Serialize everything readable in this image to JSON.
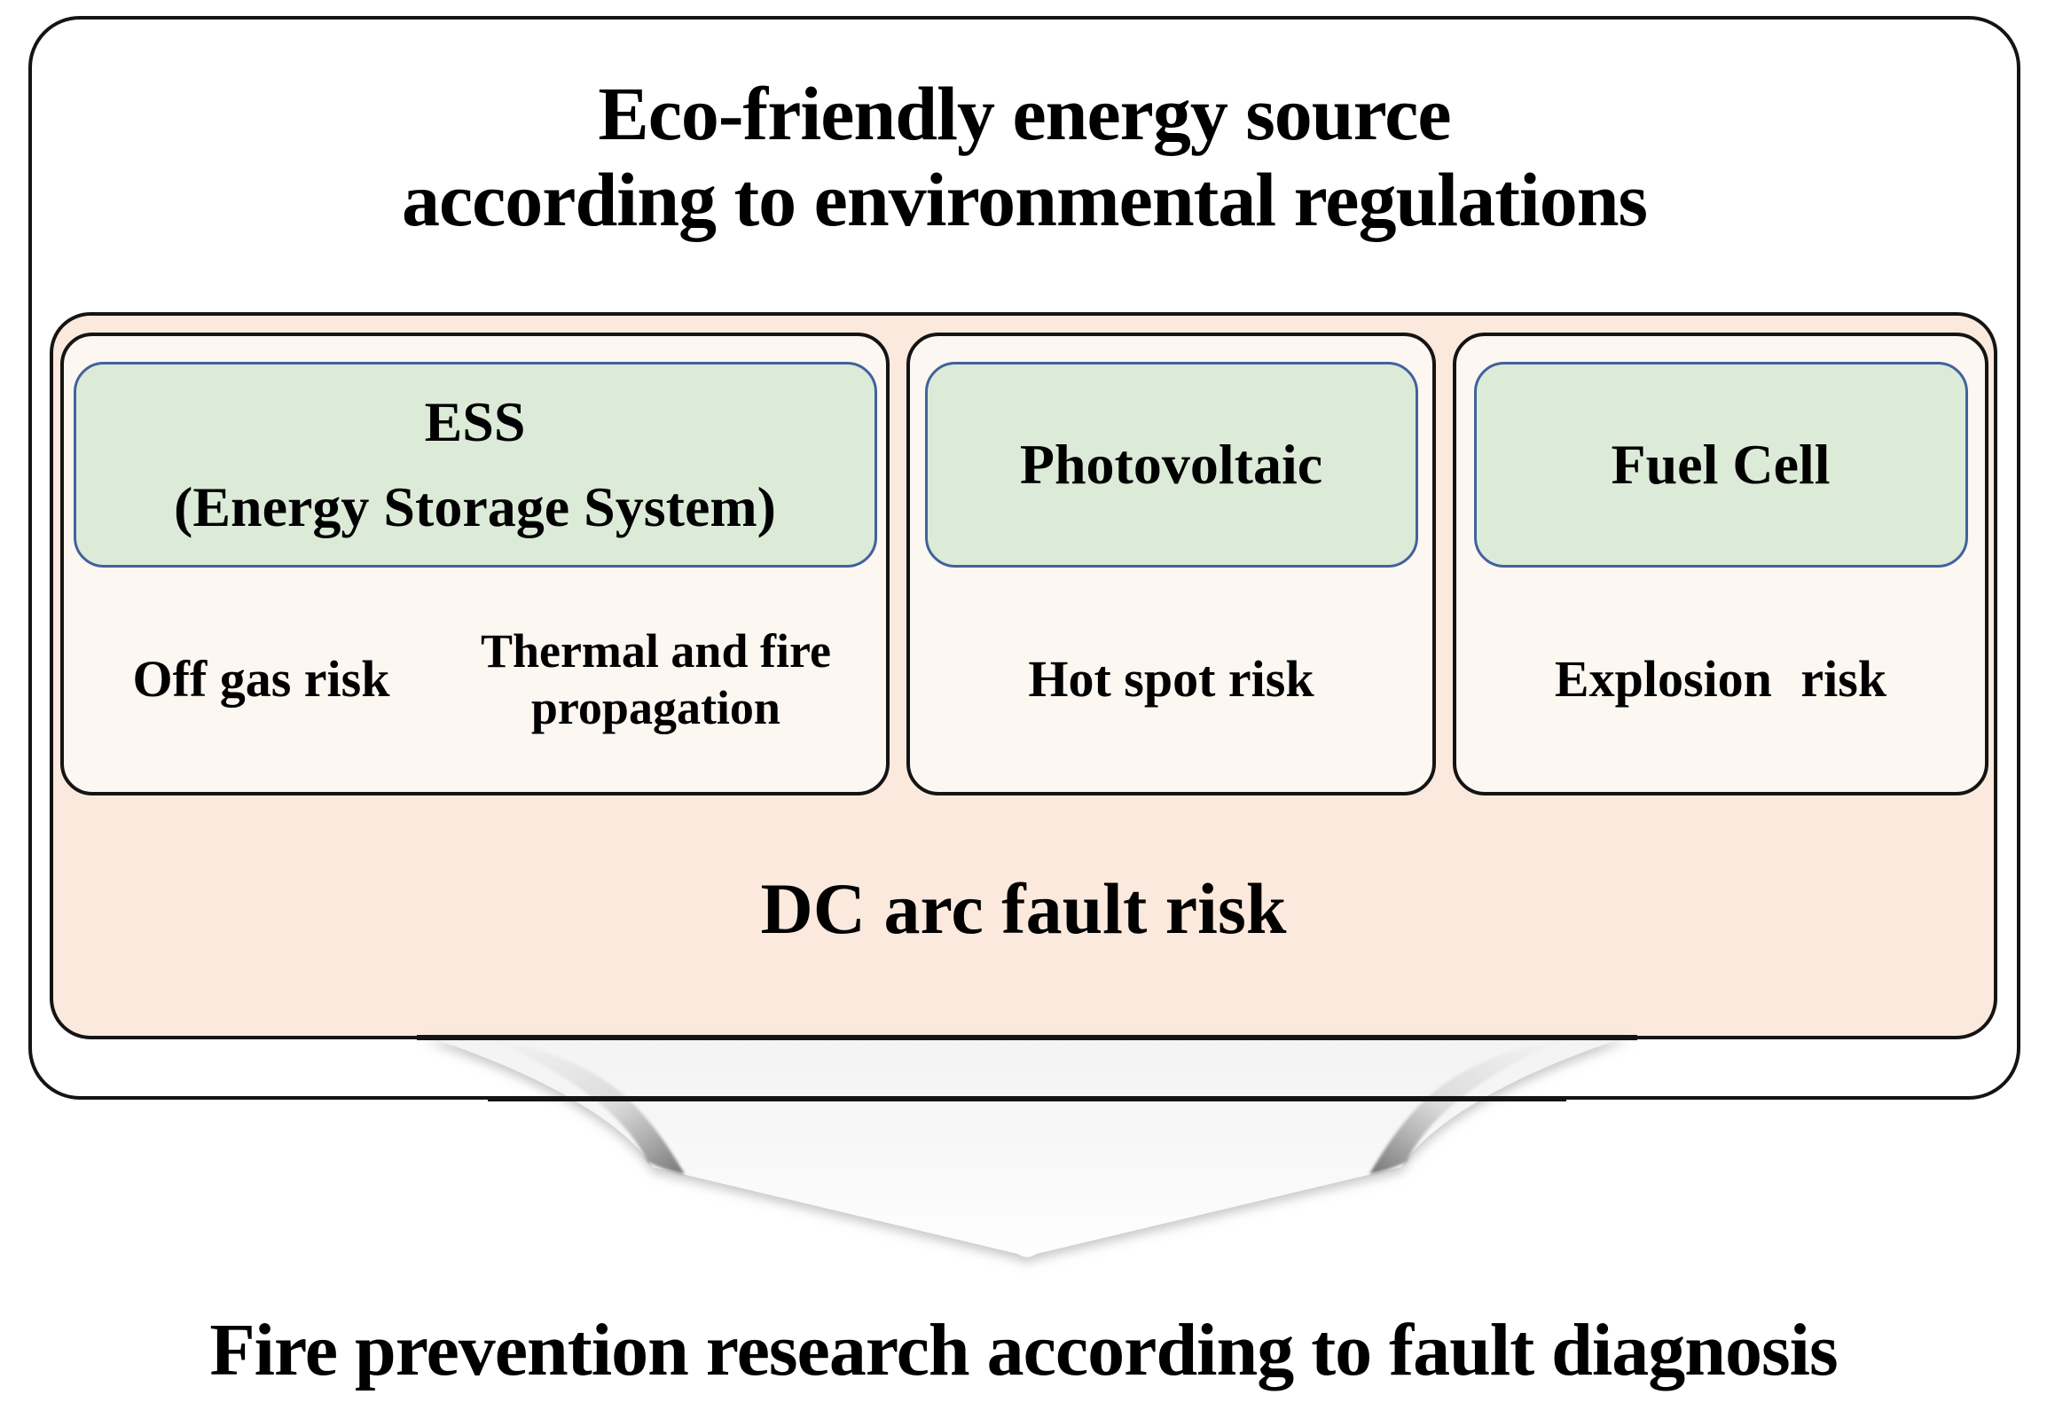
{
  "theme": {
    "page_bg": "#ffffff",
    "panel_bg": "#ffffff",
    "outline": "#141414",
    "peach_bg": "#fae9dc",
    "card_bg": "#fdf7f2",
    "green_bg": "#dcead8",
    "green_border": "#41629c",
    "text": "#000000",
    "arrow_fill_top": "#f3f3f3",
    "arrow_fill_bottom": "#fefefe",
    "arrow_shadow": "#8c8c8c"
  },
  "diagram": {
    "title_lines": [
      "Eco-friendly energy source",
      "according to environmental regulations"
    ],
    "energy_sources": [
      {
        "label_lines": [
          "ESS",
          "(Energy Storage System)"
        ],
        "risks": [
          "Off gas risk",
          "Thermal and fire propagation"
        ]
      },
      {
        "label_lines": [
          "Photovoltaic"
        ],
        "risks": [
          "Hot spot risk"
        ]
      },
      {
        "label_lines": [
          "Fuel Cell"
        ],
        "risks": [
          "Explosion risk"
        ]
      }
    ],
    "shared_risk_label": "DC arc fault risk",
    "conclusion": "Fire prevention research according to fault diagnosis"
  }
}
